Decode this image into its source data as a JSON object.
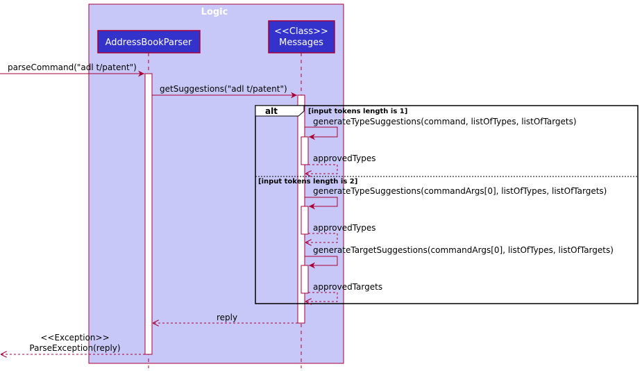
{
  "boundary": {
    "title": "Logic"
  },
  "participants": [
    {
      "name": "AddressBookParser"
    },
    {
      "stereotype": "<<Class>>",
      "name": "Messages"
    }
  ],
  "messages": {
    "parse_command": "parseCommand(\"adl t/patent\")",
    "get_suggestions": "getSuggestions(\"adl t/patent\")",
    "gen_type_1": "generateTypeSuggestions(command, listOfTypes, listOfTargets)",
    "approved_types_1": "approvedTypes",
    "gen_type_2": "generateTypeSuggestions(commandArgs[0], listOfTypes, listOfTargets)",
    "approved_types_2": "approvedTypes",
    "gen_target": "generateTargetSuggestions(commandArgs[0], listOfTypes, listOfTargets)",
    "approved_targets": "approvedTargets",
    "reply": "reply",
    "exception_stereotype": "<<Exception>>",
    "exception": "ParseException(reply)"
  },
  "alt": {
    "label": "alt",
    "guard_1": "[input tokens length is 1]",
    "guard_2": "[input tokens length is 2]"
  },
  "colors": {
    "boundary_fill": "#C8C8F8",
    "boundary_border": "#A80036",
    "participant_fill": "#3333CC",
    "arrow": "#A80036",
    "activation_fill": "#FFFFFF"
  }
}
